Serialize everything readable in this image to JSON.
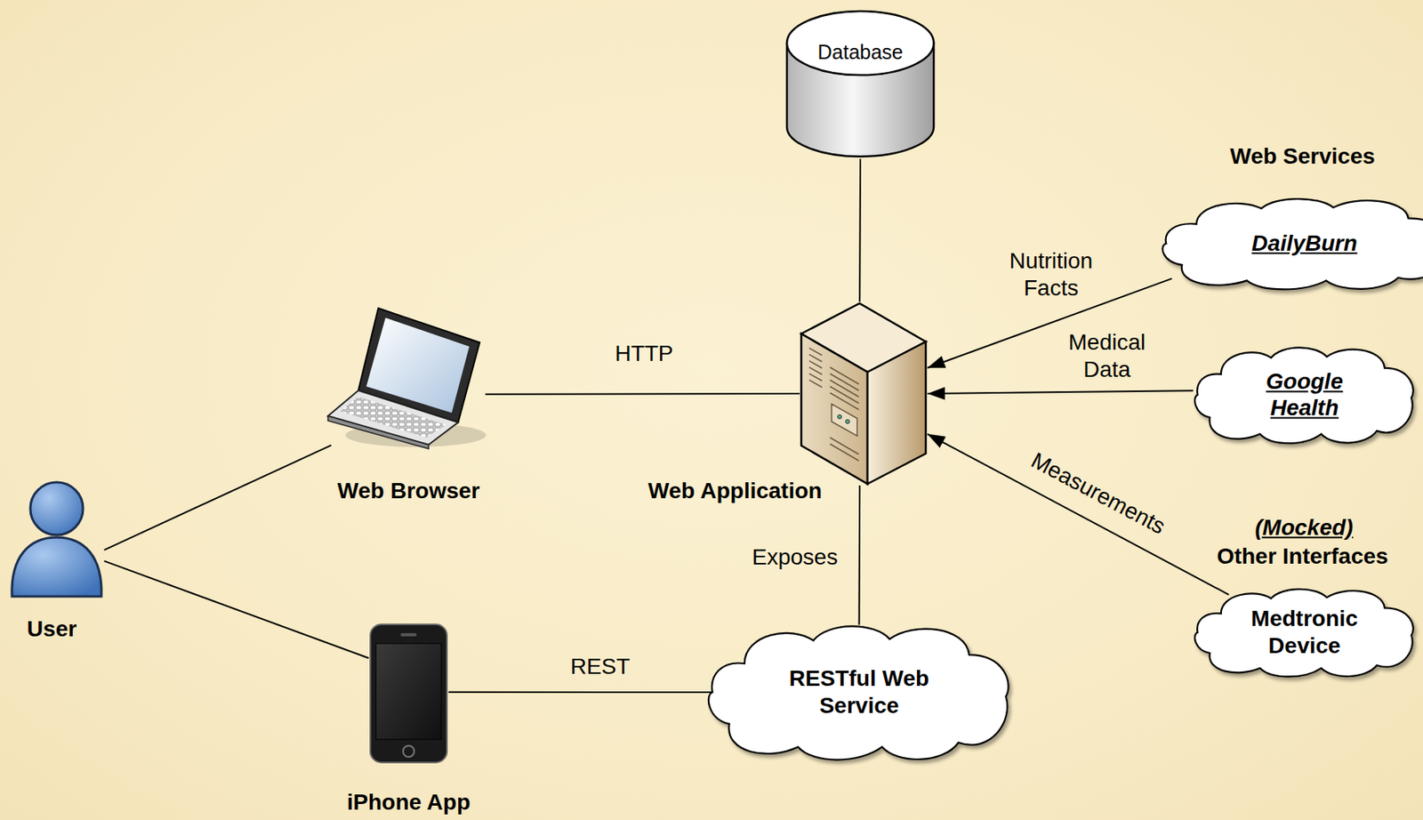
{
  "diagram": {
    "nodes": [
      {
        "text": [
          "Database"
        ]
      },
      {
        "text": [
          "Web Browser"
        ]
      },
      {
        "text": [
          "Web Application"
        ]
      },
      {
        "text": [
          "DailyBurn"
        ]
      },
      {
        "text": [
          "Google Health"
        ]
      },
      {
        "text": [
          "User"
        ]
      },
      {
        "text": [
          "Medtronic Device"
        ]
      },
      {
        "text": [
          "iPhone App"
        ]
      },
      {
        "text": [
          "RESTful Web Service"
        ]
      }
    ],
    "edges": [
      {
        "from": 5,
        "to": 1,
        "arrow": "none"
      },
      {
        "from": 5,
        "to": 7,
        "arrow": "none"
      },
      {
        "from": 1,
        "to": 2,
        "label": "HTTP",
        "arrow": "none"
      },
      {
        "from": 0,
        "to": 2,
        "arrow": "none"
      },
      {
        "from": 3,
        "to": 2,
        "label": "Nutrition Facts",
        "arrow": "to"
      },
      {
        "from": 4,
        "to": 2,
        "label": "Medical Data",
        "arrow": "to"
      },
      {
        "from": 6,
        "to": 2,
        "label": "Measurements",
        "arrow": "to"
      },
      {
        "from": 2,
        "to": 8,
        "label": "Exposes",
        "arrow": "none"
      },
      {
        "from": 7,
        "to": 8,
        "label": "REST",
        "arrow": "none"
      }
    ],
    "labels": [
      "Web Services",
      "(Mocked)",
      "Other Interfaces"
    ]
  }
}
